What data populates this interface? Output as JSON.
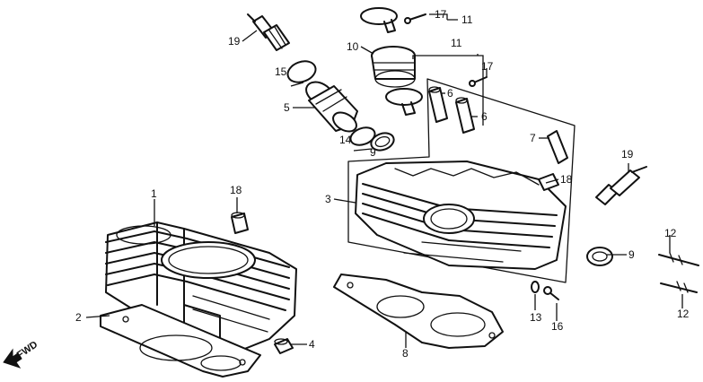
{
  "callouts": {
    "c1": "1",
    "c2": "2",
    "c3": "3",
    "c4": "4",
    "c5": "5",
    "c6a": "6",
    "c6b": "6",
    "c7": "7",
    "c8": "8",
    "c9a": "9",
    "c9b": "9",
    "c10": "10",
    "c11a": "11",
    "c11b": "11",
    "c12a": "12",
    "c12b": "12",
    "c13": "13",
    "c14": "14",
    "c15": "15",
    "c16": "16",
    "c17a": "17",
    "c17b": "17",
    "c18a": "18",
    "c18b": "18",
    "c19a": "19",
    "c19b": "19"
  },
  "direction_label": "FWD"
}
